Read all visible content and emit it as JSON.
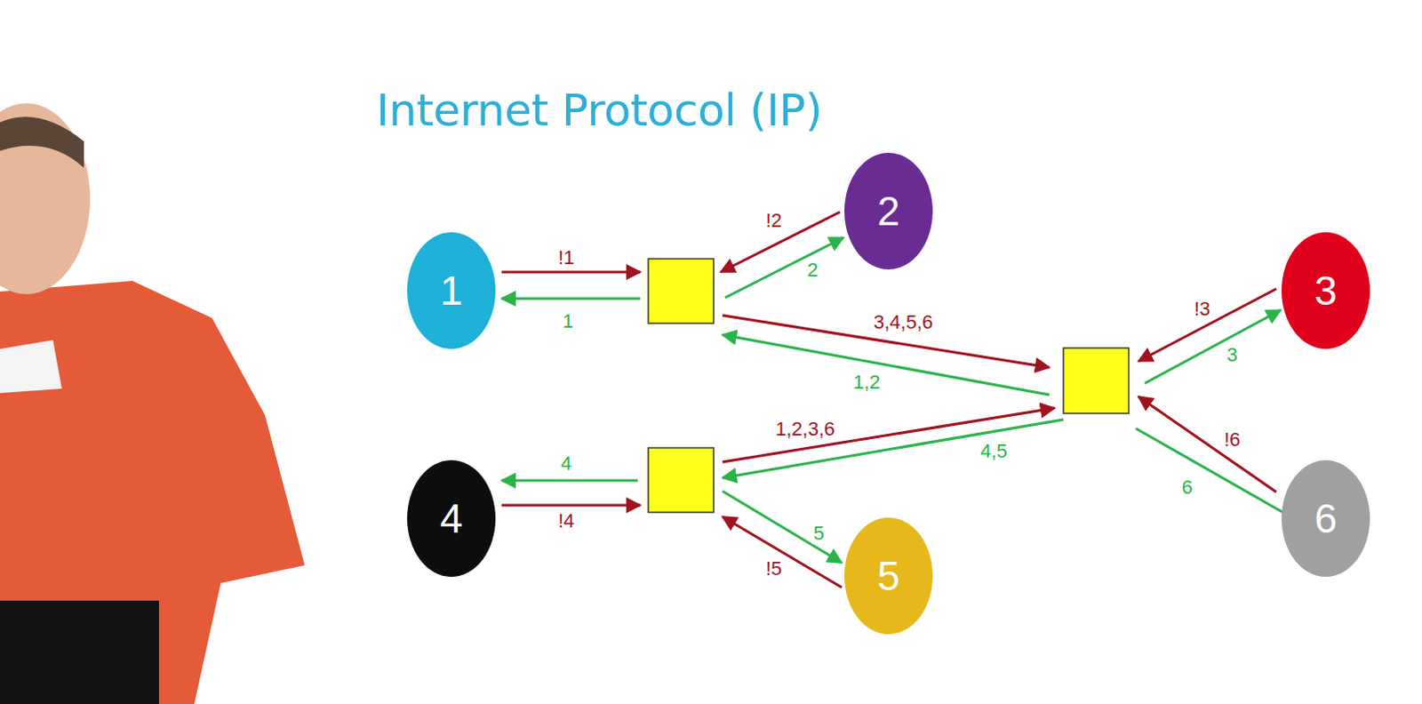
{
  "diagram": {
    "title": "Internet Protocol (IP)",
    "nodes": [
      {
        "text": [
          "1"
        ]
      },
      {
        "text": [
          "2"
        ]
      },
      {
        "text": [
          "3"
        ]
      },
      {
        "text": [
          "4"
        ]
      },
      {
        "text": [
          "5"
        ]
      },
      {
        "text": [
          "6"
        ]
      }
    ],
    "labels": [
      "!1",
      "1",
      "!2",
      "2",
      "3,4,5,6",
      "1,2",
      "1,2,3,6",
      "4,5",
      "4",
      "!4",
      "5",
      "!5",
      "!3",
      "3",
      "!6",
      "6"
    ]
  }
}
